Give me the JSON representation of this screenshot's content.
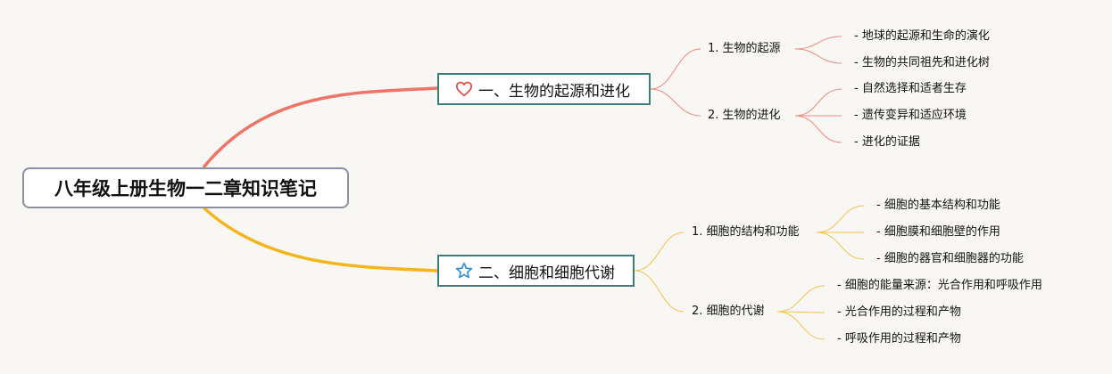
{
  "root": {
    "title": "八年级上册生物一二章知识笔记"
  },
  "branches": [
    {
      "title": "一、生物的起源和进化",
      "icon": "heart-icon",
      "color": "#e8766c",
      "subtopics": [
        {
          "title": "1. 生物的起源",
          "items": [
            "- 地球的起源和生命的演化",
            "- 生物的共同祖先和进化树"
          ]
        },
        {
          "title": "2. 生物的进化",
          "items": [
            "- 自然选择和适者生存",
            "- 遗传变异和适应环境",
            "- 进化的证据"
          ]
        }
      ]
    },
    {
      "title": "二、细胞和细胞代谢",
      "icon": "star-icon",
      "color": "#f3b51c",
      "subtopics": [
        {
          "title": "1. 细胞的结构和功能",
          "items": [
            "- 细胞的基本结构和功能",
            "- 细胞膜和细胞壁的作用",
            "- 细胞的器官和细胞器的功能"
          ]
        },
        {
          "title": "2. 细胞的代谢",
          "items": [
            "- 细胞的能量来源：光合作用和呼吸作用",
            "- 光合作用的过程和产物",
            "- 呼吸作用的过程和产物"
          ]
        }
      ]
    }
  ]
}
